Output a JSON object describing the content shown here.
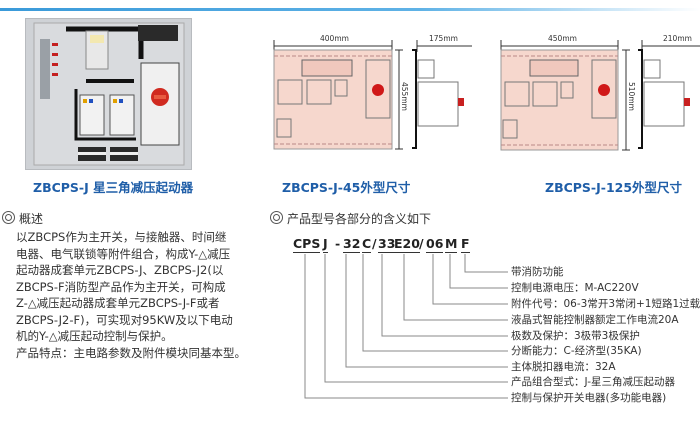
{
  "header": {
    "accent_color": "#3a9ad9"
  },
  "products": [
    {
      "caption": "ZBCPS-J 星三角减压起动器",
      "image": "starter-cabinet-photo"
    },
    {
      "caption": "ZBCPS-J-45外型尺寸",
      "width_label": "400mm",
      "height_label": "455mm",
      "depth_label": "175mm"
    },
    {
      "caption": "ZBCPS-J-125外型尺寸",
      "width_label": "450mm",
      "height_label": "510mm",
      "depth_label": "210mm"
    }
  ],
  "overview": {
    "heading": "概述",
    "lines": [
      "以ZBCPS作为主开关，与接触器、时间继",
      "电器、电气联锁等附件组合，构成Y-△减压",
      "起动器成套单元ZBCPS-J、ZBCPS-J2(以",
      "ZBCPS-F消防型产品作为主开关，可构成",
      "Z-△减压起动器成套单元ZBCPS-J-F或者",
      "ZBCPS-J2-F)，可实现对95KW及以下电动",
      "机的Y-△减压起动控制与保护。",
      "产品特点：主电路参数及附件模块同基本型。"
    ]
  },
  "model_code": {
    "heading": "产品型号各部分的含义如下",
    "segments": [
      "CPS",
      "J",
      "32",
      "C",
      "33",
      "E20",
      "06",
      "M",
      "F"
    ],
    "separators": [
      "-",
      "/",
      "/"
    ],
    "meanings": [
      "带消防功能",
      "控制电源电压：M-AC220V",
      "附件代号：06-3常开3常闭+1短路1过载",
      "液晶式智能控制器额定工作电流20A",
      "极数及保护：3极带3极保护",
      "分断能力：C-经济型(35KA)",
      "主体脱扣器电流：32A",
      "产品组合型式：J-星三角减压起动器",
      "控制与保护开关电器(多功能电器)"
    ]
  },
  "colors": {
    "caption": "#1f5ea8",
    "panel_fill": "#f6d7cd",
    "knob": "#d01818",
    "leader": "#8a8a8a"
  }
}
